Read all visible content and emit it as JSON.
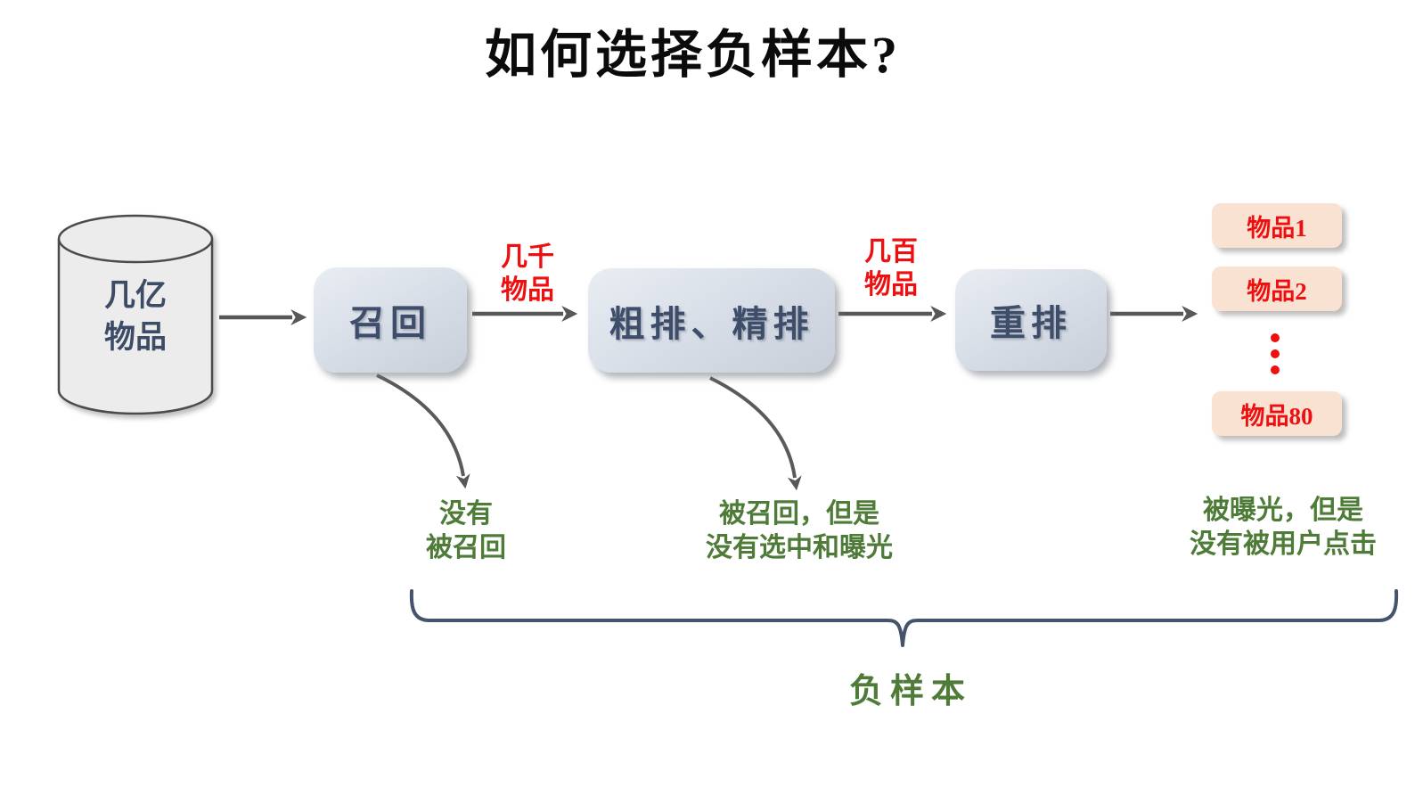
{
  "title": "如何选择负样本?",
  "source": {
    "line1": "几亿",
    "line2": "物品"
  },
  "stages": [
    {
      "label": "召回"
    },
    {
      "label": "粗排、精排"
    },
    {
      "label": "重排"
    }
  ],
  "edge_labels": [
    {
      "line1": "几千",
      "line2": "物品"
    },
    {
      "line1": "几百",
      "line2": "物品"
    }
  ],
  "outputs": [
    "物品1",
    "物品2",
    "物品80"
  ],
  "annotations": {
    "not_recalled": {
      "line1": "没有",
      "line2": "被召回"
    },
    "recalled_not_selected": {
      "line1": "被召回，但是",
      "line2": "没有选中和曝光"
    },
    "exposed_not_clicked": {
      "line1": "被曝光，但是",
      "line2": "没有被用户点击"
    },
    "brace_label": "负样本"
  },
  "icons": {
    "vertical_ellipsis": "vertical-ellipsis-icon"
  },
  "colors": {
    "stage_fill": "#d6dce6",
    "stage_text": "#3e4e6a",
    "cylinder_fill": "#ececec",
    "cylinder_stroke": "#4b4b4b",
    "edge_label_red": "#ee1010",
    "item_fill": "#f9e2d1",
    "item_text_red": "#ee1010",
    "annotation_green": "#4e7c38",
    "arrow_gray": "#575757",
    "brace_blue": "#46536c",
    "background": "#ffffff"
  }
}
